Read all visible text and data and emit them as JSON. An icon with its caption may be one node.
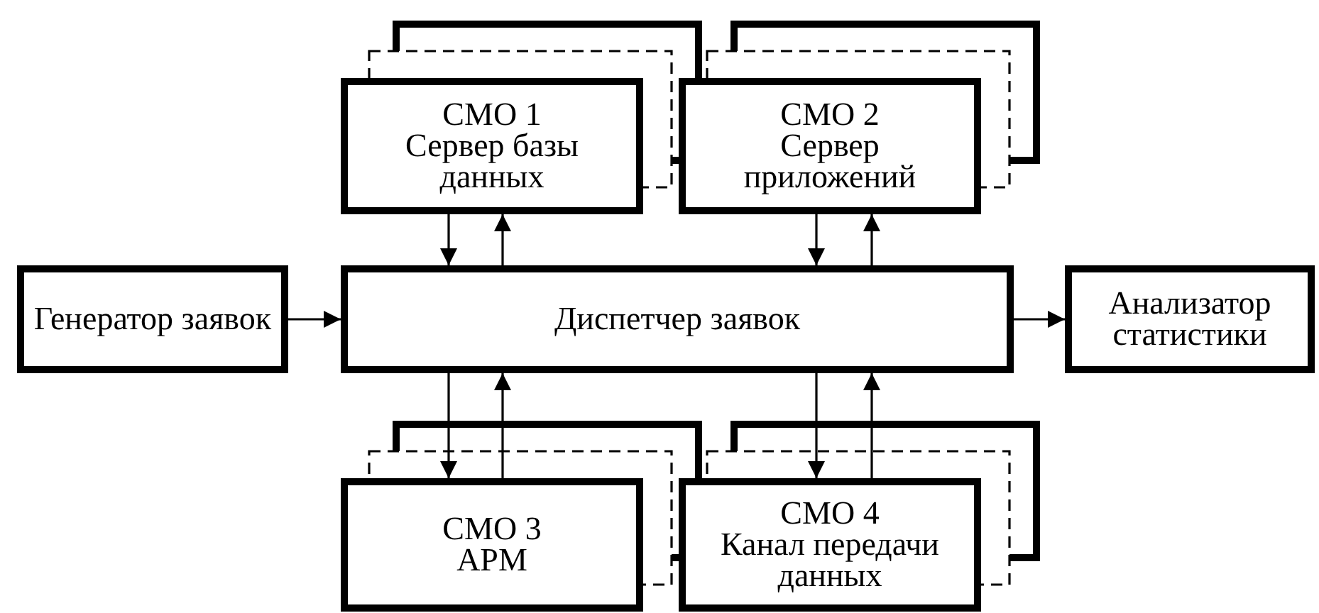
{
  "diagram": {
    "nodes": [
      {
        "text": [
          "СМО 1",
          "Сервер базы данных"
        ]
      },
      {
        "text": [
          "СМО 2",
          "Сервер приложений"
        ]
      },
      {
        "text": [
          "Генератор заявок"
        ]
      },
      {
        "text": [
          "Диспетчер заявок"
        ]
      },
      {
        "text": [
          "Анализатор статистики"
        ]
      },
      {
        "text": [
          "СМО 3",
          "АРМ"
        ]
      },
      {
        "text": [
          "СМО 4",
          "Канал передачи данных"
        ]
      }
    ],
    "edges": [
      {
        "from": 0,
        "to": 3,
        "arrow": "to"
      },
      {
        "from": 3,
        "to": 0,
        "arrow": "to"
      },
      {
        "from": 1,
        "to": 3,
        "arrow": "to"
      },
      {
        "from": 3,
        "to": 1,
        "arrow": "to"
      },
      {
        "from": 2,
        "to": 3,
        "arrow": "to"
      },
      {
        "from": 3,
        "to": 4,
        "arrow": "to"
      },
      {
        "from": 3,
        "to": 5,
        "arrow": "to"
      },
      {
        "from": 5,
        "to": 3,
        "arrow": "to"
      },
      {
        "from": 3,
        "to": 6,
        "arrow": "to"
      },
      {
        "from": 6,
        "to": 3,
        "arrow": "to"
      }
    ]
  }
}
